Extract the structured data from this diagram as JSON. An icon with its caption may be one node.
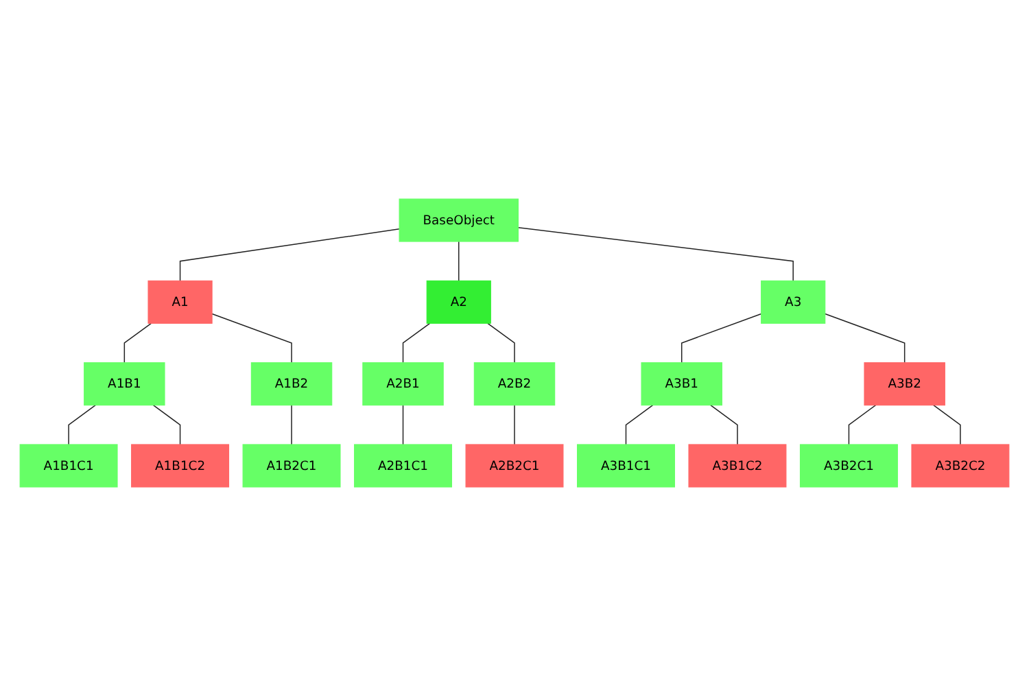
{
  "diagram": {
    "nodes": [
      {
        "text": [
          "BaseObject"
        ]
      },
      {
        "text": [
          "A1"
        ]
      },
      {
        "text": [
          "A2"
        ]
      },
      {
        "text": [
          "A3"
        ]
      },
      {
        "text": [
          "A1B1"
        ]
      },
      {
        "text": [
          "A1B2"
        ]
      },
      {
        "text": [
          "A2B1"
        ]
      },
      {
        "text": [
          "A2B2"
        ]
      },
      {
        "text": [
          "A3B1"
        ]
      },
      {
        "text": [
          "A3B2"
        ]
      },
      {
        "text": [
          "A1B1C1"
        ]
      },
      {
        "text": [
          "A1B1C2"
        ]
      },
      {
        "text": [
          "A1B2C1"
        ]
      },
      {
        "text": [
          "A2B1C1"
        ]
      },
      {
        "text": [
          "A2B2C1"
        ]
      },
      {
        "text": [
          "A3B1C1"
        ]
      },
      {
        "text": [
          "A3B1C2"
        ]
      },
      {
        "text": [
          "A3B2C1"
        ]
      },
      {
        "text": [
          "A3B2C2"
        ]
      }
    ],
    "edges": [
      {
        "from": 0,
        "to": 1,
        "arrow": "none"
      },
      {
        "from": 0,
        "to": 2,
        "arrow": "none"
      },
      {
        "from": 0,
        "to": 3,
        "arrow": "none"
      },
      {
        "from": 1,
        "to": 4,
        "arrow": "none"
      },
      {
        "from": 1,
        "to": 5,
        "arrow": "none"
      },
      {
        "from": 2,
        "to": 6,
        "arrow": "none"
      },
      {
        "from": 2,
        "to": 7,
        "arrow": "none"
      },
      {
        "from": 3,
        "to": 8,
        "arrow": "none"
      },
      {
        "from": 3,
        "to": 9,
        "arrow": "none"
      },
      {
        "from": 4,
        "to": 10,
        "arrow": "none"
      },
      {
        "from": 4,
        "to": 11,
        "arrow": "none"
      },
      {
        "from": 5,
        "to": 12,
        "arrow": "none"
      },
      {
        "from": 6,
        "to": 13,
        "arrow": "none"
      },
      {
        "from": 7,
        "to": 14,
        "arrow": "none"
      },
      {
        "from": 8,
        "to": 15,
        "arrow": "none"
      },
      {
        "from": 8,
        "to": 16,
        "arrow": "none"
      },
      {
        "from": 9,
        "to": 17,
        "arrow": "none"
      },
      {
        "from": 9,
        "to": 18,
        "arrow": "none"
      }
    ]
  }
}
